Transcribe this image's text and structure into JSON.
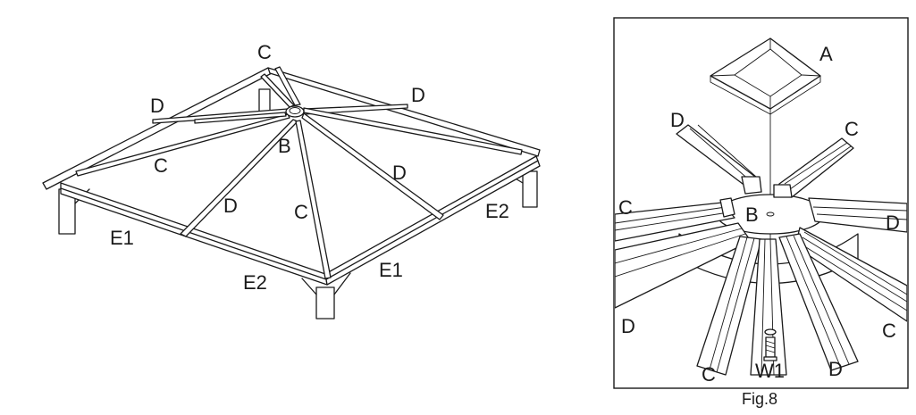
{
  "left_diagram": {
    "labels": {
      "c_top": "C",
      "d_left": "D",
      "d_right": "D",
      "b_center": "B",
      "c_left": "C",
      "d_mid_right": "D",
      "d_front": "D",
      "c_front": "C",
      "e2_right": "E2",
      "e1_left": "E1",
      "e2_front": "E2",
      "e1_front": "E1"
    }
  },
  "right_diagram": {
    "labels": {
      "a": "A",
      "d_upper_left": "D",
      "c_upper_right": "C",
      "c_left": "C",
      "b": "B",
      "d_right": "D",
      "d_lower_left": "D",
      "c_lower_right": "C",
      "c_bottom": "C",
      "w1": "W1",
      "d_bottom_right": "D"
    },
    "caption": "Fig.8"
  }
}
